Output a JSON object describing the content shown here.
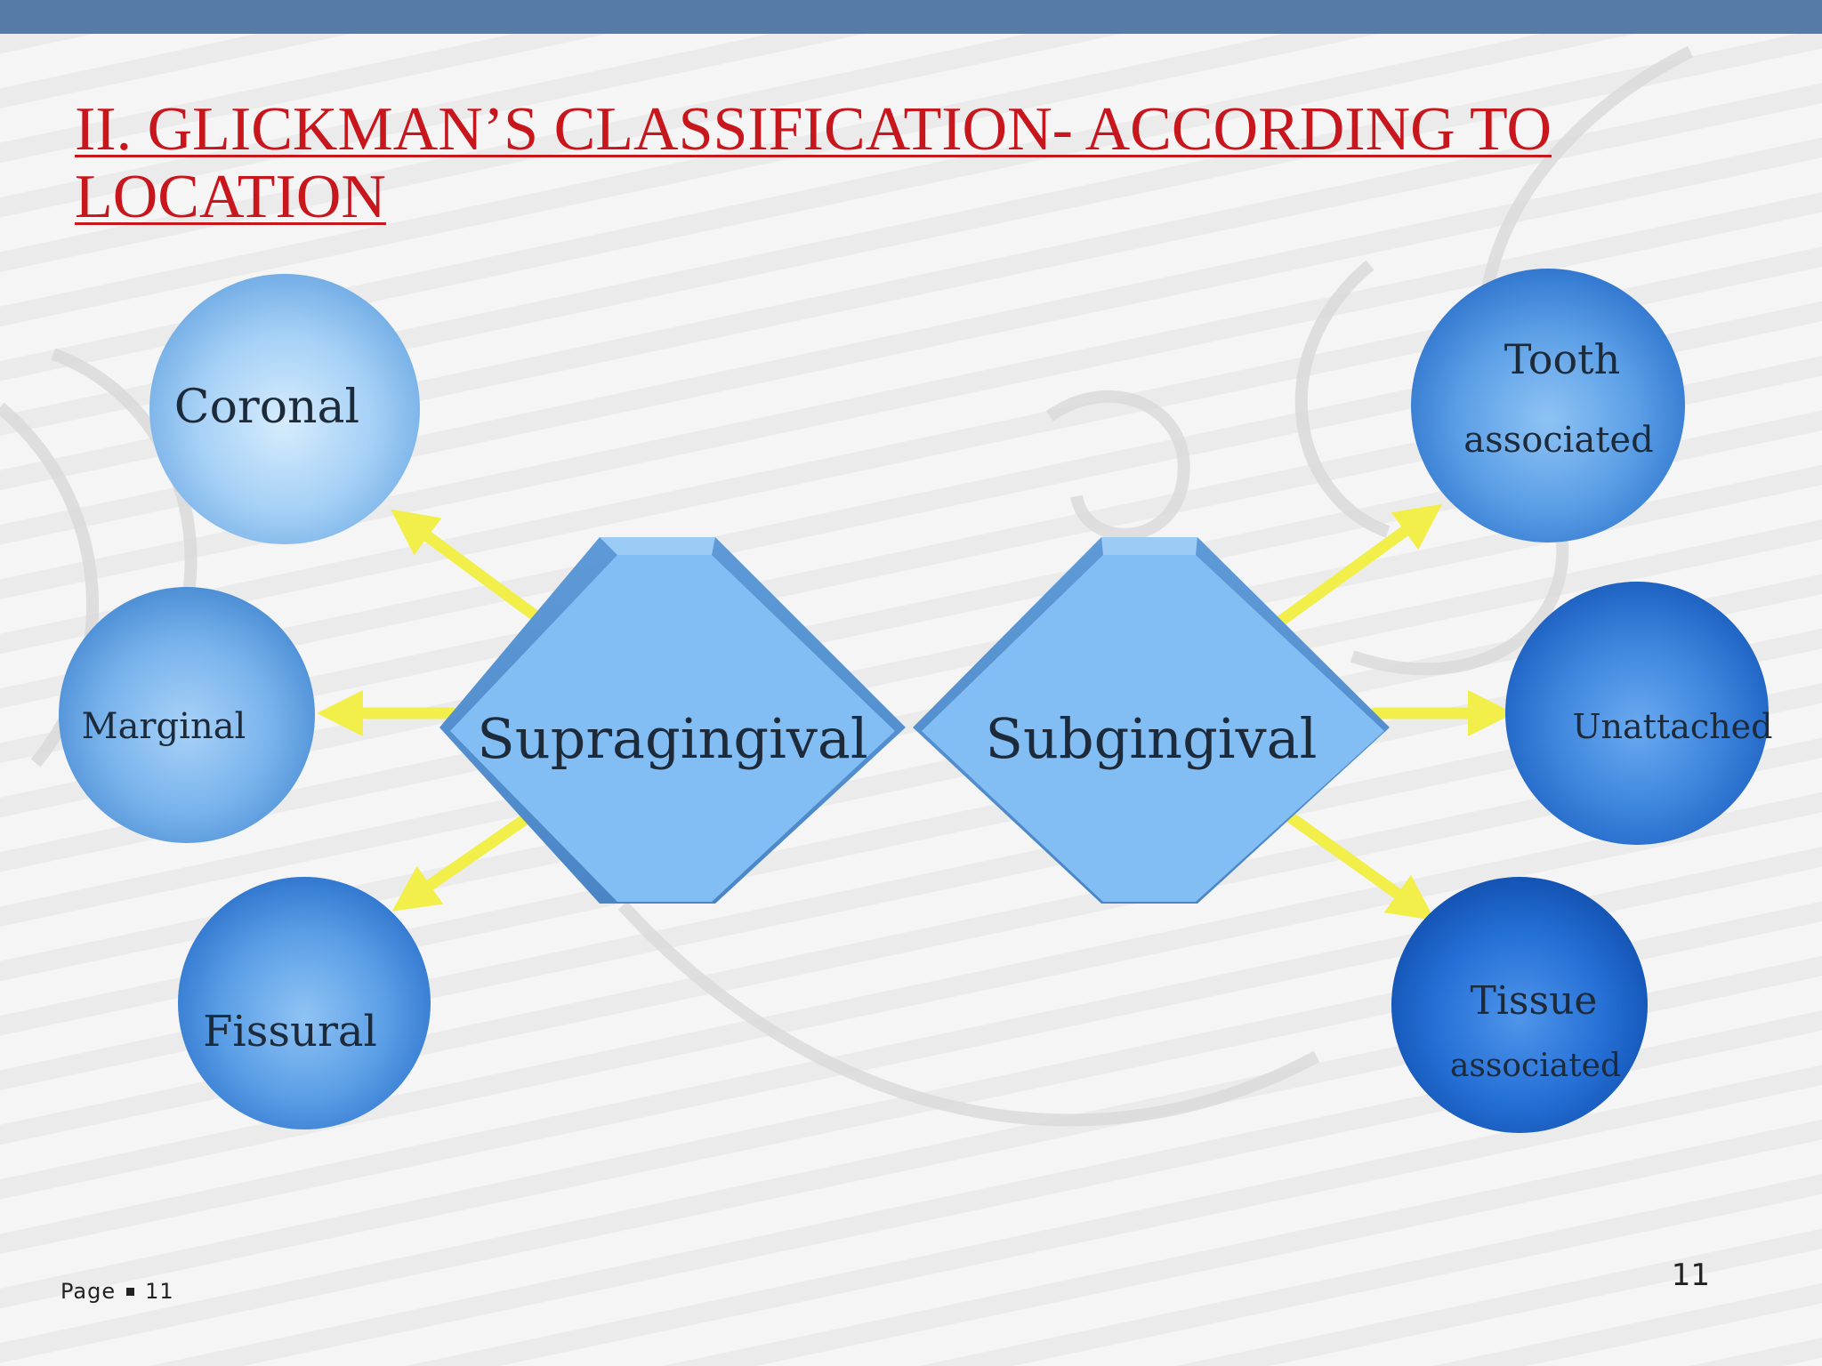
{
  "slide": {
    "title": "II. GLICKMAN’S CLASSIFICATION- ACCORDING TO LOCATION",
    "footer_label": "Page",
    "footer_number": "11",
    "page_number": "11"
  },
  "colors": {
    "topbar": "#557ba6",
    "title": "#c8161d",
    "arrow": "#f2ef4a",
    "diamond": "#82bdf4"
  },
  "diagram": {
    "hubs": [
      {
        "label": "Supragingival"
      },
      {
        "label": "Subgingival"
      }
    ],
    "supragingival_types": [
      {
        "label": "Coronal"
      },
      {
        "label": "Marginal"
      },
      {
        "label": "Fissural"
      }
    ],
    "subgingival_types": [
      {
        "line1": "Tooth",
        "line2": "associated"
      },
      {
        "label": "Unattached"
      },
      {
        "line1": "Tissue",
        "line2": "associated"
      }
    ]
  }
}
